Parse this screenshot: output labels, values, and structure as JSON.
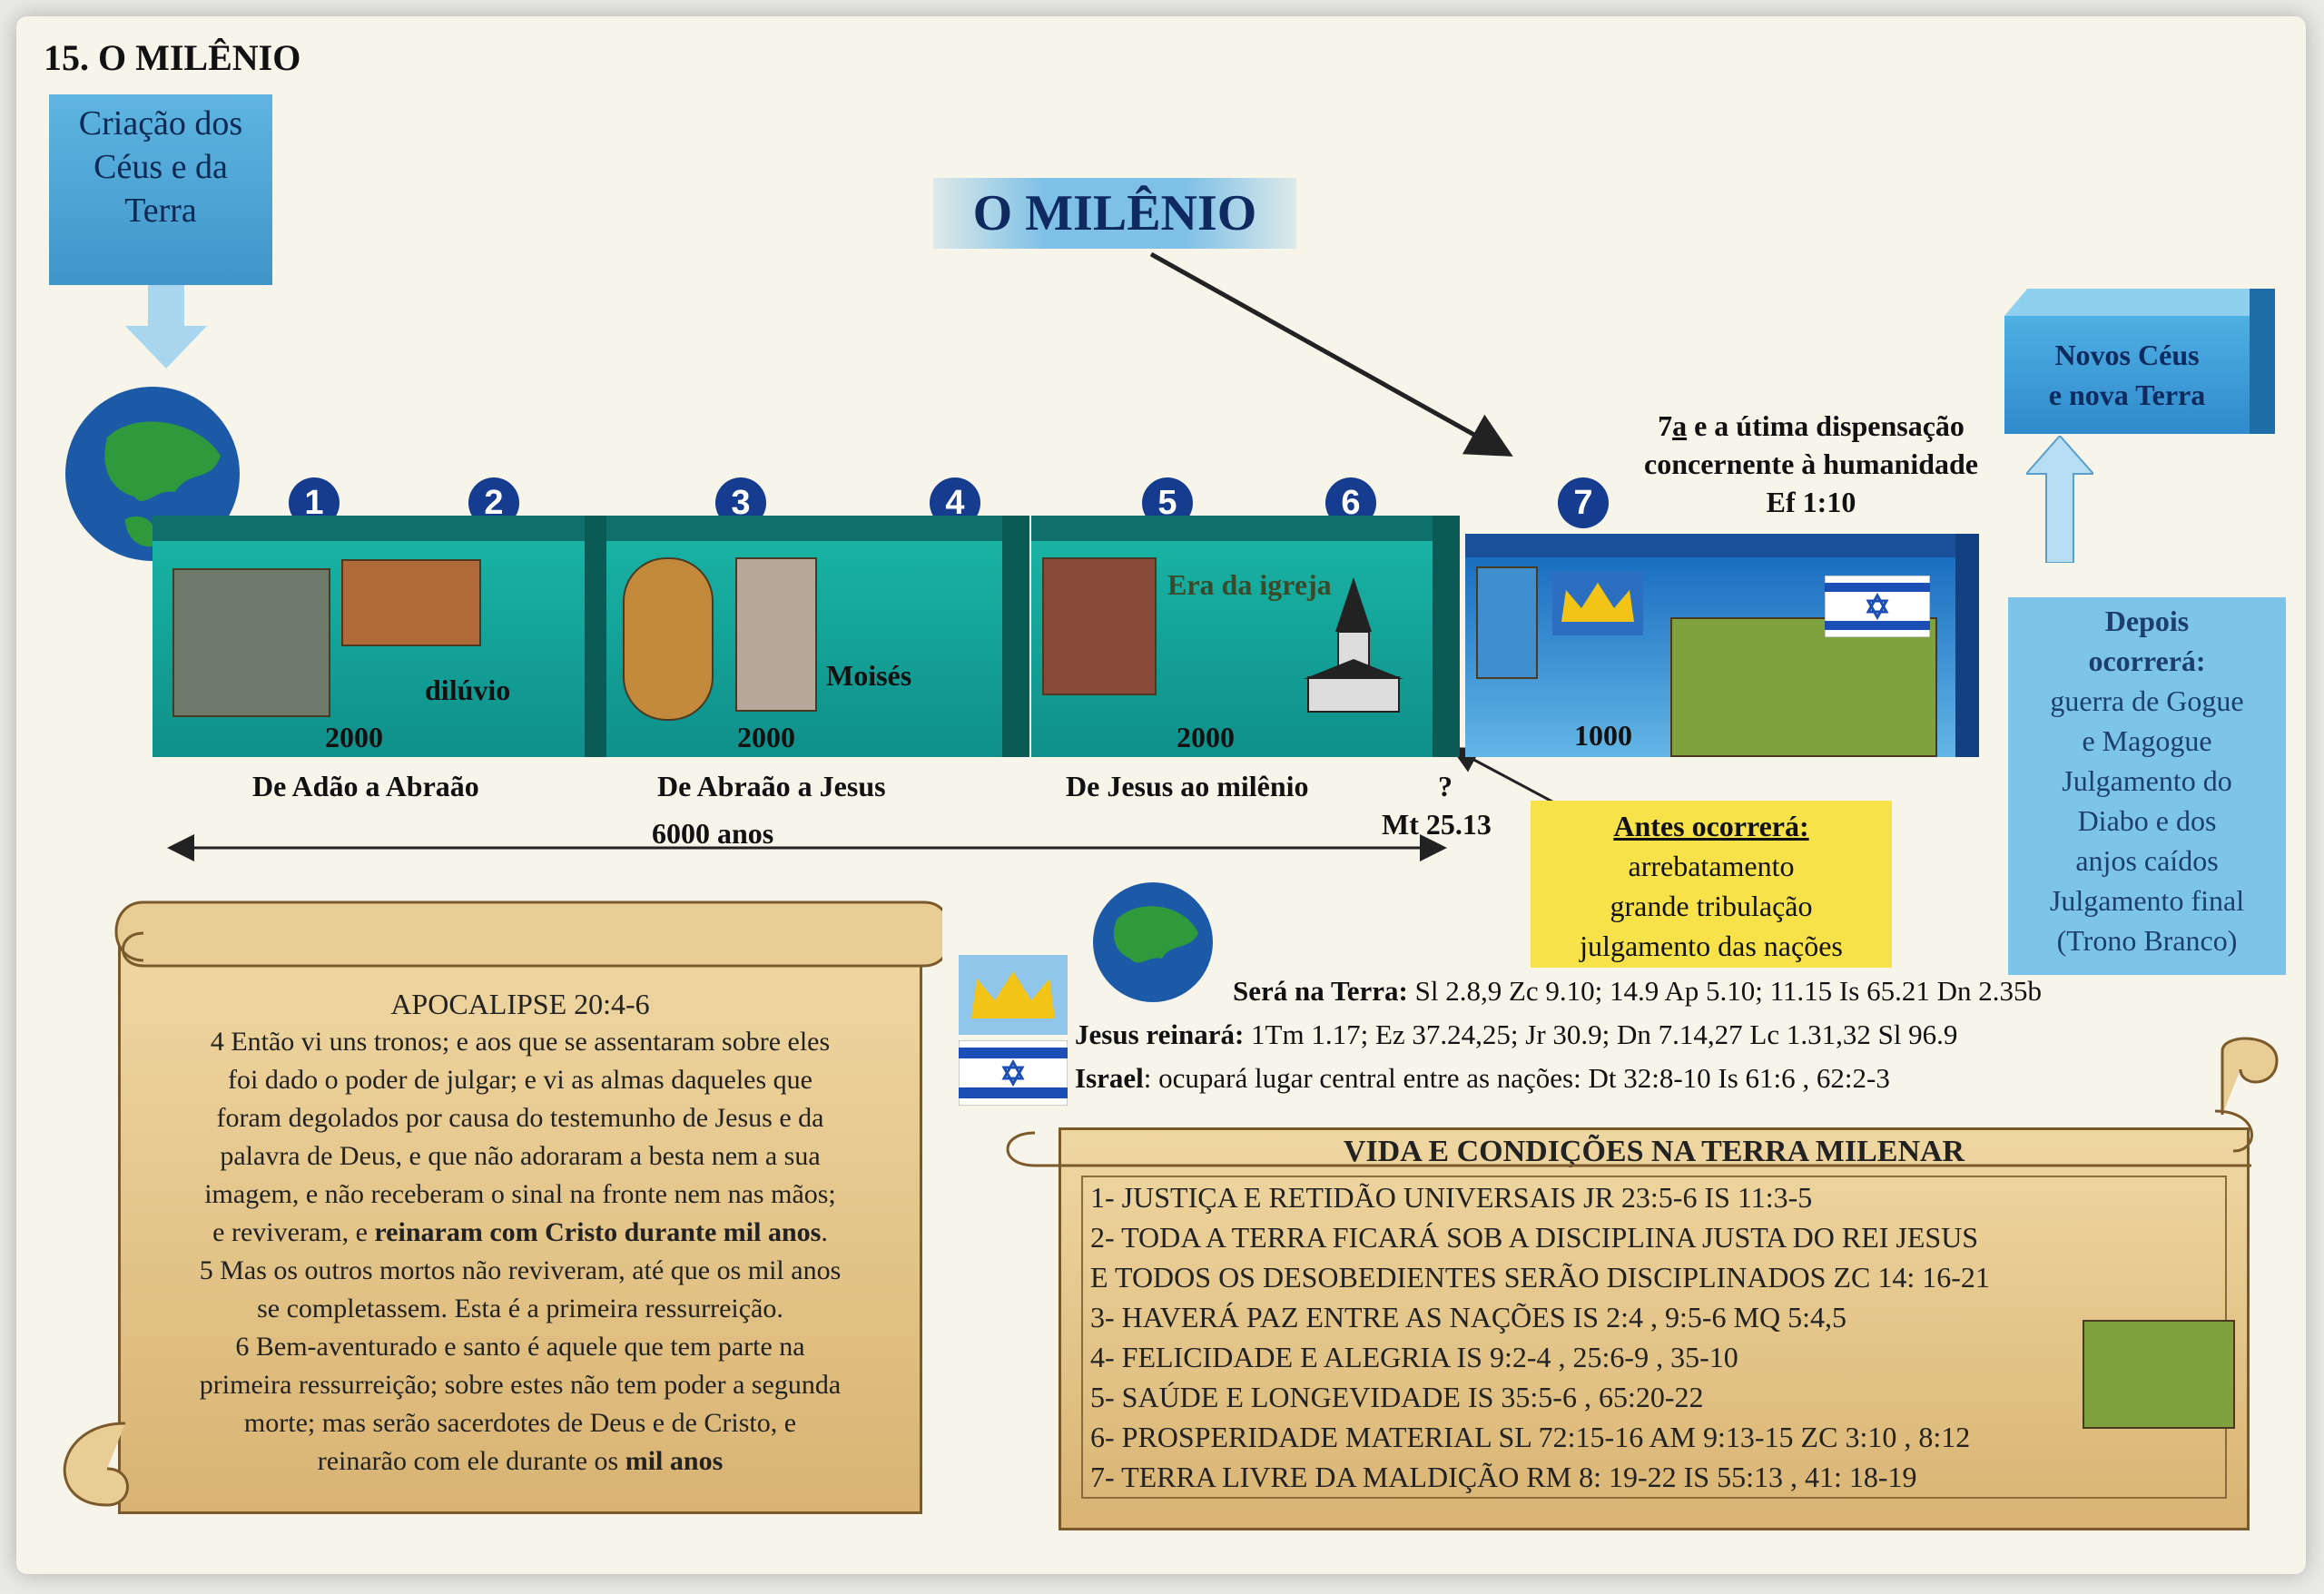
{
  "header": {
    "page_title": "15. O MILÊNIO"
  },
  "creation_box": {
    "line1": "Criação dos",
    "line2": "Céus e da",
    "line3": "Terra"
  },
  "main_title": "O MILÊNIO",
  "dispensation_note": {
    "line1_a": "7",
    "line1_b": "a",
    "line1_c": " e a útima dispensação",
    "line2": "concernente à humanidade",
    "line3": "Ef 1:10"
  },
  "novos_ceus": {
    "line1": "Novos Céus",
    "line2": "e nova Terra"
  },
  "numbers": [
    "1",
    "2",
    "3",
    "4",
    "5",
    "6",
    "7"
  ],
  "periods": [
    {
      "years": "2000",
      "caption": "De Adão a Abraão",
      "img_label": "dilúvio"
    },
    {
      "years": "2000",
      "caption": "De Abraão a Jesus",
      "img_label": "Moisés"
    },
    {
      "years": "2000",
      "caption": "De Jesus ao milênio",
      "img_label": "Era da igreja"
    },
    {
      "years": "1000"
    }
  ],
  "question_mark": "?",
  "mt_ref": "Mt 25.13",
  "span_label": "6000 anos",
  "depois": {
    "title": "Depois",
    "line2": "ocorrerá:",
    "items": [
      "guerra de Gogue",
      "e Magogue",
      "Julgamento do",
      "Diabo e dos",
      "anjos caídos",
      "Julgamento final",
      "(Trono Branco)"
    ]
  },
  "antes": {
    "title": "Antes ocorrerá:",
    "items": [
      "arrebatamento",
      "grande tribulação",
      "julgamento das nações"
    ]
  },
  "terra_refs": [
    {
      "label": "Será na Terra:",
      "text": " Sl 2.8,9 Zc 9.10; 14.9 Ap 5.10; 11.15 Is 65.21 Dn 2.35b"
    },
    {
      "label": "Jesus reinará:",
      "text": " 1Tm 1.17; Ez 37.24,25; Jr 30.9; Dn 7.14,27 Lc 1.31,32 Sl 96.9"
    },
    {
      "label": "Israel",
      "text": ": ocupará lugar central entre as nações:  Dt 32:8-10 Is 61:6 , 62:2-3"
    }
  ],
  "apocalipse": {
    "title": "APOCALIPSE 20:4-6",
    "lines": [
      "4 Então vi uns tronos; e aos que se assentaram sobre eles",
      "foi dado o poder de julgar; e vi as almas daqueles que",
      "foram degolados por causa do testemunho de Jesus e da",
      "palavra de Deus, e que não adoraram a besta nem a sua",
      "imagem, e não receberam o sinal na fronte nem nas mãos;"
    ],
    "line6_a": "e reviveram, e ",
    "line6_b": "reinaram com Cristo durante mil anos",
    "line6_c": ".",
    "lines2": [
      "5 Mas os outros mortos não reviveram, até que os mil anos",
      "se completassem. Esta é a primeira ressurreição.",
      "6 Bem-aventurado e santo é aquele que tem parte na",
      "primeira ressurreição; sobre estes não tem poder a segunda",
      "morte; mas serão sacerdotes de Deus e de Cristo, e"
    ],
    "last_a": "reinarão com ele durante os ",
    "last_b": "mil anos"
  },
  "vida": {
    "title": "VIDA E CONDIÇÕES NA TERRA MILENAR",
    "lines": [
      "1- JUSTIÇA E RETIDÃO UNIVERSAIS      JR 23:5-6    IS  11:3-5",
      "2- TODA A TERRA FICARÁ SOB A DISCIPLINA JUSTA DO REI JESUS",
      "E TODOS OS DESOBEDIENTES SERÃO DISCIPLINADOS  ZC 14:  16-21",
      "3- HAVERÁ PAZ ENTRE AS  NAÇÕES      IS 2:4 , 9:5-6   MQ 5:4,5",
      "4- FELICIDADE E ALEGRIA  IS 9:2-4 , 25:6-9 , 35-10",
      "5- SAÚDE E LONGEVIDADE   IS 35:5-6 , 65:20-22",
      "6- PROSPERIDADE MATERIAL  SL 72:15-16   AM 9:13-15  ZC 3:10 , 8:12",
      "7- TERRA  LIVRE DA MALDIÇÃO  RM 8: 19-22   IS 55:13 , 41: 18-19"
    ]
  }
}
